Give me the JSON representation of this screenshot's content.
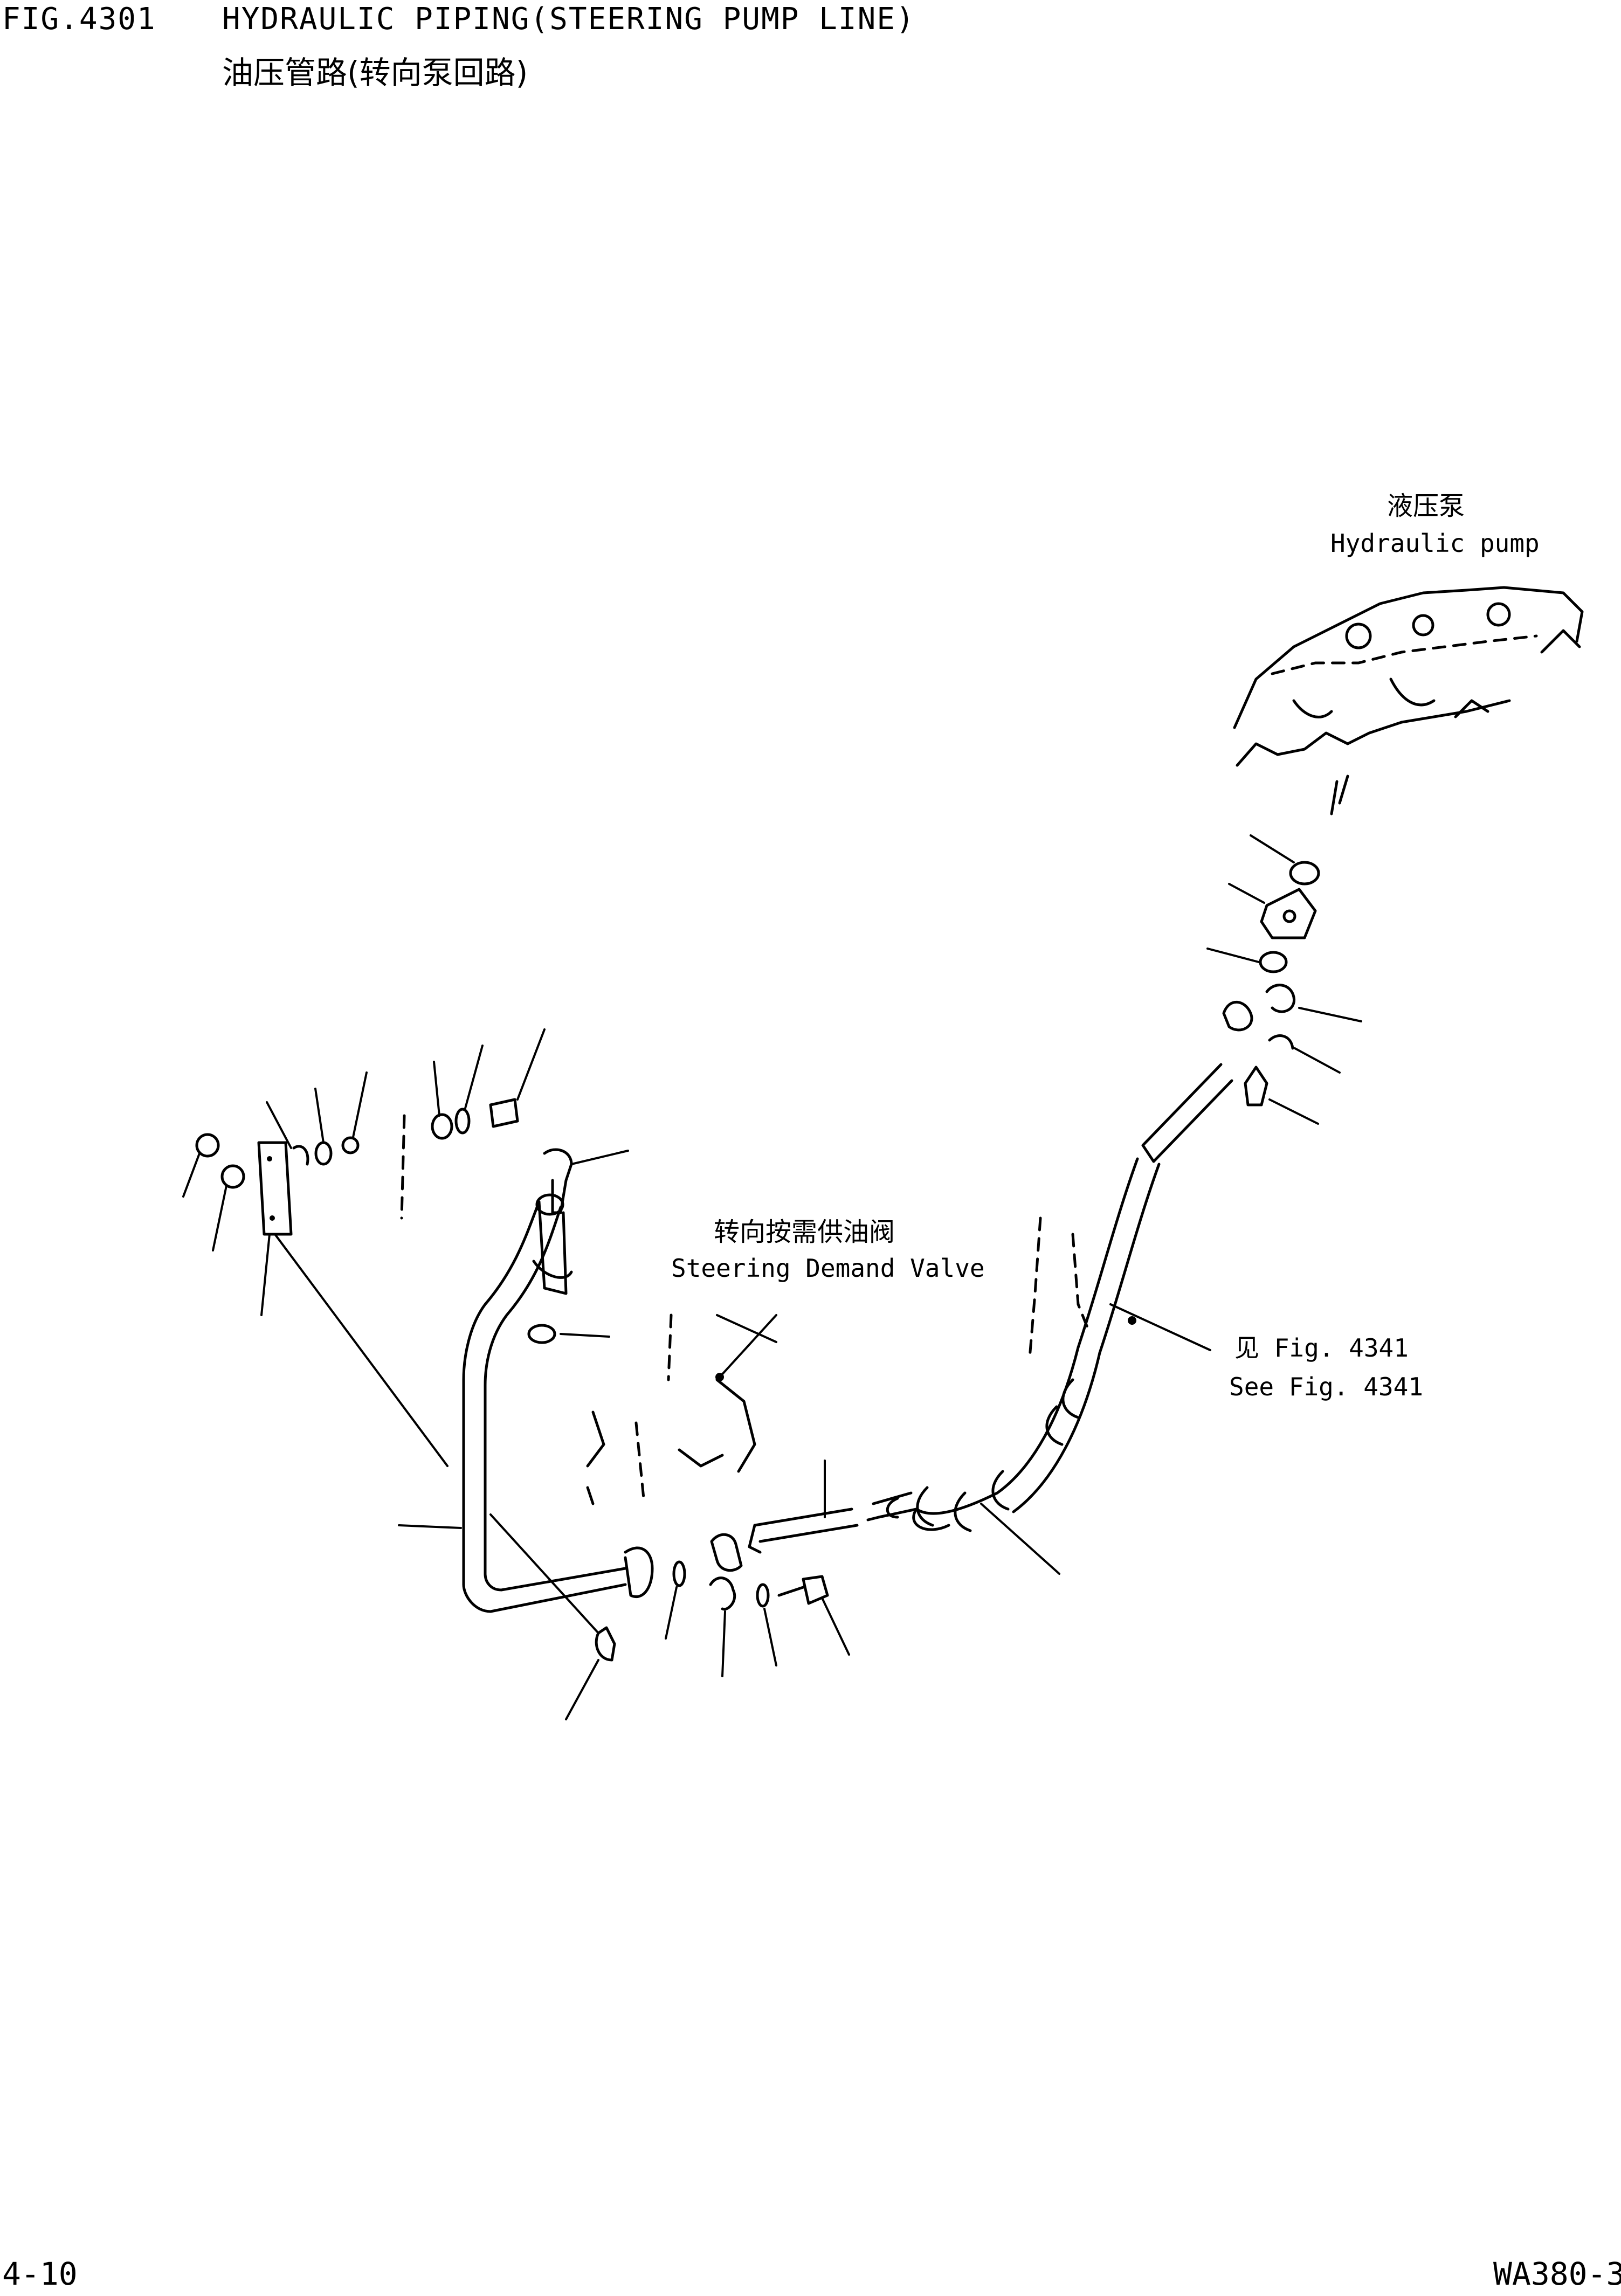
{
  "header": {
    "figure_number": "FIG.4301",
    "title_en": "HYDRAULIC PIPING(STEERING PUMP LINE)",
    "title_zh": "油压管路(转向泵回路)"
  },
  "callouts": {
    "hydraulic_pump": {
      "zh": "液压泵",
      "en": "Hydraulic pump"
    },
    "steering_demand_valve": {
      "zh": "转向按需供油阀",
      "en": "Steering Demand Valve"
    },
    "see_figure": {
      "zh": "见 Fig. 4341",
      "en": "See Fig. 4341"
    }
  },
  "footer": {
    "page_number": "4-10",
    "model": "WA380-3"
  }
}
